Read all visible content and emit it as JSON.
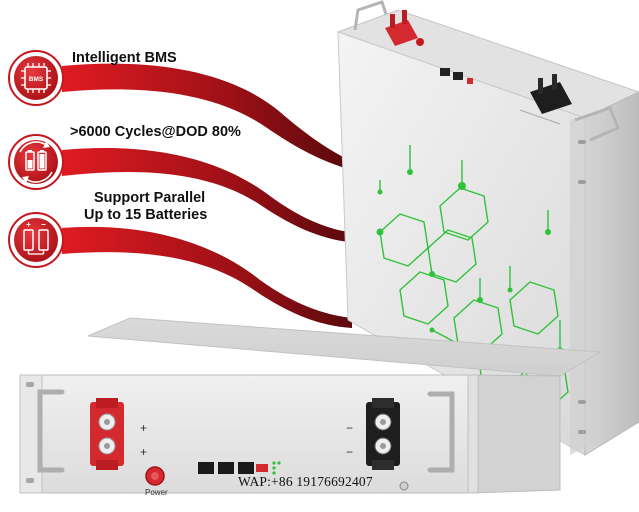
{
  "features": [
    {
      "icon": "bms-chip-icon",
      "lines": [
        "Intelligent BMS"
      ]
    },
    {
      "icon": "battery-cycle-icon",
      "lines": [
        ">6000 Cycles@DOD 80%"
      ]
    },
    {
      "icon": "parallel-batteries-icon",
      "lines": [
        "Support Parallel",
        "Up to 15 Batteries"
      ]
    }
  ],
  "bms_chip_text": "BMS",
  "front_panel": {
    "power_label": "Power",
    "plus_sign": "+",
    "minus_sign": "−"
  },
  "watermark": "WAP:+86 19176692407",
  "colors": {
    "accent_red": "#c8161d",
    "dark_red": "#7a0d12",
    "circuit_green": "#2fc23a",
    "panel_gray": "#e6e6e6",
    "terminal_red": "#d42a2f",
    "terminal_black": "#1e1e1e"
  }
}
